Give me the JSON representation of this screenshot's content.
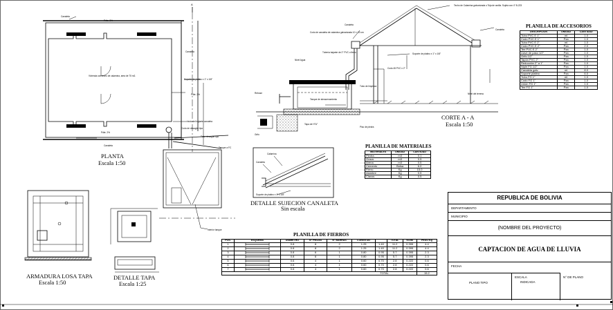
{
  "plan": {
    "title": "PLANTA",
    "scale": "Escala 1:50",
    "labels": {
      "canaleta_top": "Canaleta",
      "slope_top": "Pdte. 2%",
      "slope_right": "Pdte. 2%",
      "slope_bottom": "Pdte. 2%",
      "canaleta_right": "Canaleta",
      "canaleta_bottom": "Canaleta",
      "house_note": "Vivienda con techo de calamina, area de 75 m2.",
      "soporte": "Soporte de platino x 1\" x 1/8\"",
      "inicio_bajante": "Inicio del bajante canaleta",
      "caño_desagüe": "Codo de desagüe tipo",
      "tubo_desagüe": "Tubo desagüe tipo",
      "tanque": "Tanque a FC"
    },
    "bottom_label": "Interior tanque"
  },
  "cut": {
    "title": "CORTE A - A",
    "scale": "Escala 1:50",
    "labels": {
      "techo": "Techo de Calamina galvanizada o Teja de arcilla. Sujeta con 4\" B-223",
      "canaleta": "Canaleta",
      "codo": "Codo de canaleta de calamina galvanizada 10 × 10 cm",
      "soporte": "Soporte de platino x 1\" x 1/8\"",
      "tubo_bajada": "Tubería bajante de 2\" PVC o fierro",
      "codo45": "Codo 45 PVC x 2\"",
      "tubo_limpieza": "Tubo de limpieza",
      "nivel_terreno": "Nivel del terreno",
      "rebose": "Rebose",
      "nivel_agua": "Nivel Agua",
      "tanque": "Tanque de almacenamiento",
      "tapa": "Tapa de H°A°",
      "grifo": "Grifo",
      "piso": "Piso de piedra"
    }
  },
  "armadura": {
    "title": "ARMADURA LOSA TAPA",
    "scale": "Escala 1:50"
  },
  "detalle_tapa": {
    "title": "DETALLE TAPA",
    "scale": "Escala 1:25"
  },
  "detalle_canaleta": {
    "title": "DETALLE SUJECION CANALETA",
    "scale": "Sin escala",
    "labels": [
      "Calamina",
      "Canaleta",
      "Soporte de platino x 1\" x 1/8\""
    ]
  },
  "accesorios": {
    "title": "PLANILLA DE ACCESORIOS",
    "headers": [
      "DESCRIPCION",
      "UNIDAD",
      "CANTIDAD"
    ],
    "rows": [
      [
        "Tubo PVC E 1\"",
        "ml",
        "1.0"
      ],
      [
        "Codo PVC E 1\"",
        "Pza",
        "1.0"
      ],
      [
        "Tubo PVC E 2\"",
        "ml",
        "1.0"
      ],
      [
        "Codo PVC E 2\"",
        "Pza",
        "2.0"
      ],
      [
        "Tee PVC E 2\"",
        "Pza",
        "1.0"
      ],
      [
        "Llave de paso 1/2\"",
        "Pza",
        "1.0"
      ],
      [
        "Grifo 1/2\"",
        "Pza",
        "1.0"
      ],
      [
        "Tapón PVC 2\"",
        "Pza",
        "1.0"
      ],
      [
        "Reducción 2\" a 1\"",
        "Pza",
        "1.0"
      ],
      [
        "Niple FG 1/2\"",
        "Pza",
        "1.0"
      ],
      [
        "Canaleta galv.",
        "ml",
        "8.0"
      ],
      [
        "Soporte platino",
        "Pza",
        "6.0"
      ],
      [
        "Tubo FG 1\"",
        "ml",
        "1.0"
      ],
      [
        "Codo FG 1\"",
        "Pza",
        "1.0"
      ],
      [
        "Unión FG 1\"",
        "Pza",
        "1.0"
      ],
      [
        "Tee FG 1\"",
        "Pza",
        "1.0"
      ]
    ]
  },
  "materiales": {
    "title": "PLANILLA DE MATERIALES",
    "headers": [
      "MATERIALES",
      "UNIDAD",
      "CANTIDAD"
    ],
    "rows": [
      [
        "Piedra",
        "m3",
        "0.1"
      ],
      [
        "Grava",
        "m3",
        "0.5"
      ],
      [
        "Arena",
        "m3",
        "0.5"
      ],
      [
        "Cemento",
        "Bolsa",
        "6.0"
      ],
      [
        "Fierro",
        "Kg",
        "15.0"
      ],
      [
        "Alambre",
        "Kg",
        "0.5"
      ],
      [
        "Clavos",
        "Kg",
        "0.5"
      ]
    ]
  },
  "fierros": {
    "title": "PLANILLA DE FIERROS",
    "headers": [
      "POS.",
      "ESQUEMA",
      "DIÁMETRO",
      "N° PIEZAS",
      "N° BARRAS",
      "LONGITUD",
      "TOTAL",
      "KG/M",
      "PESO Kg"
    ],
    "rows": [
      [
        "1",
        "",
        "0.8",
        "8",
        "2",
        "1.25",
        "1.40",
        "11.2",
        "0.395",
        "4.4"
      ],
      [
        "2",
        "",
        "0.8",
        "8",
        "2",
        "1.25",
        "1.40",
        "11.2",
        "0.395",
        "4.4"
      ],
      [
        "3",
        "",
        "0.8",
        "6",
        "1",
        "0.80",
        "0.95",
        "5.7",
        "0.395",
        "2.3"
      ],
      [
        "4",
        "",
        "0.8",
        "6",
        "1",
        "0.80",
        "0.95",
        "5.7",
        "0.395",
        "2.3"
      ],
      [
        "5",
        "",
        "0.6",
        "4",
        "1",
        "0.60",
        "0.70",
        "2.8",
        "0.222",
        "0.6"
      ],
      [
        "6",
        "",
        "0.6",
        "4",
        "1",
        "0.60",
        "0.70",
        "2.8",
        "0.222",
        "0.6"
      ],
      [
        "7",
        "",
        "0.6",
        "4",
        "1",
        "0.60",
        "0.70",
        "2.8",
        "0.222",
        "0.6"
      ]
    ],
    "total_label": "TOTAL",
    "total": "15.2"
  },
  "titleblock": {
    "country": "REPUBLICA DE BOLIVIA",
    "departamento": "DEPARTAMENTO",
    "municipio": "MUNICIPIO",
    "project": "(NOMBRE DEL PROYECTO)",
    "drawing": "CAPTACION DE AGUA DE LLUVIA",
    "fecha": "FECHA",
    "escala": "ESCALA",
    "escala_value": "INDICADA",
    "plano_tipo": "PLANO TIPO",
    "no_plano": "N° DE PLANO"
  }
}
